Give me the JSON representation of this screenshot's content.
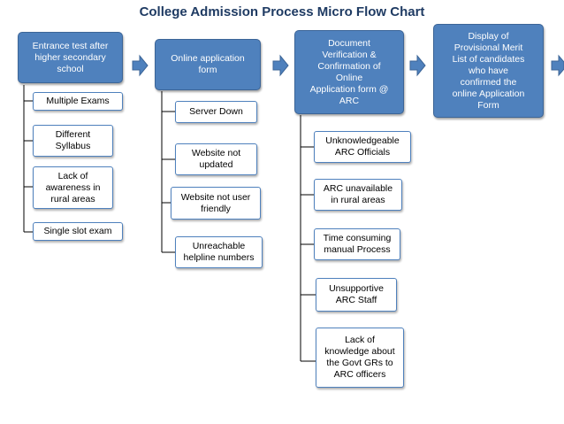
{
  "title": "College Admission Process Micro Flow Chart",
  "colors": {
    "box_fill": "#4f81bd",
    "box_border": "#3c6597",
    "title": "#1f3b63",
    "line": "#000000"
  },
  "stages": [
    {
      "label": "Entrance test  after\nhigher secondary\nschool",
      "items": [
        "Multiple Exams",
        "Different\nSyllabus",
        "Lack of\nawareness in\nrural areas",
        "Single slot exam"
      ]
    },
    {
      "label": "Online application\nform",
      "items": [
        "Server Down",
        "Website not\nupdated",
        "Website not user\nfriendly",
        "Unreachable\nhelpline numbers"
      ]
    },
    {
      "label": "Document\nVerification &\nConfirmation of\nOnline\nApplication  form @\nARC",
      "items": [
        "Unknowledgeable\nARC Officials",
        "ARC unavailable\nin rural areas",
        "Time consuming\nmanual Process",
        "Unsupportive\nARC Staff",
        "Lack of\nknowledge about\nthe Govt GRs to\nARC officers"
      ]
    },
    {
      "label": "Display  of\nProvisional Merit\nList  of  candidates\nwho  have\nconfirmed  the\nonline Application\nForm",
      "items": []
    }
  ]
}
